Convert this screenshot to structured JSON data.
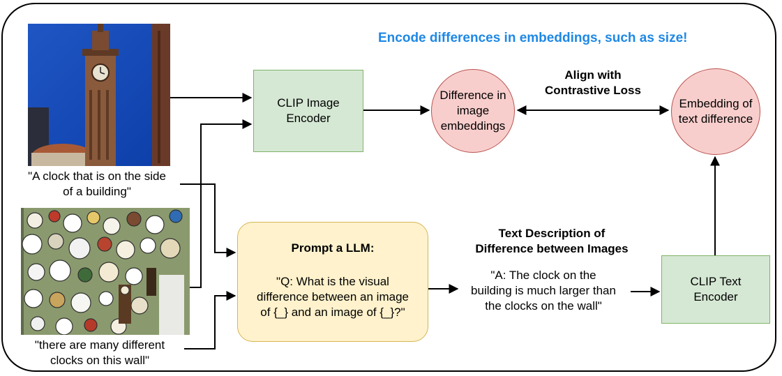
{
  "headline": "Encode differences in embeddings, such as size!",
  "images": {
    "top_caption": "\"A clock that is on the side of a building\"",
    "top_caption_line1": "\"A clock that is on the side",
    "top_caption_line2": "of a building\"",
    "bottom_caption_line1": "\"there are many different",
    "bottom_caption_line2": "clocks on this wall\""
  },
  "clip_image_encoder": {
    "line1": "CLIP Image",
    "line2": "Encoder"
  },
  "clip_text_encoder": {
    "line1": "CLIP Text",
    "line2": "Encoder"
  },
  "image_diff": {
    "line1": "Difference in",
    "line2": "image",
    "line3": "embeddings"
  },
  "text_diff": {
    "line1": "Embedding of",
    "line2": "text difference"
  },
  "align": {
    "line1": "Align with",
    "line2": "Contrastive Loss"
  },
  "prompt": {
    "title": "Prompt a LLM:",
    "line1": "\"Q: What is the visual",
    "line2": "difference between an image",
    "line3": "of {_} and an image of {_}?\""
  },
  "text_description": {
    "title_line1": "Text Description of",
    "title_line2": "Difference between Images",
    "line1": "\"A: The clock on the",
    "line2": "building is much larger than",
    "line3": "the clocks on the wall\""
  },
  "colors": {
    "headline": "#1e88e5",
    "green_fill": "#d5e8d4",
    "yellow_fill": "#fff2cc",
    "red_fill": "#f8cecc"
  },
  "icons": [
    "clock-tower-photo",
    "clock-wall-photo"
  ]
}
